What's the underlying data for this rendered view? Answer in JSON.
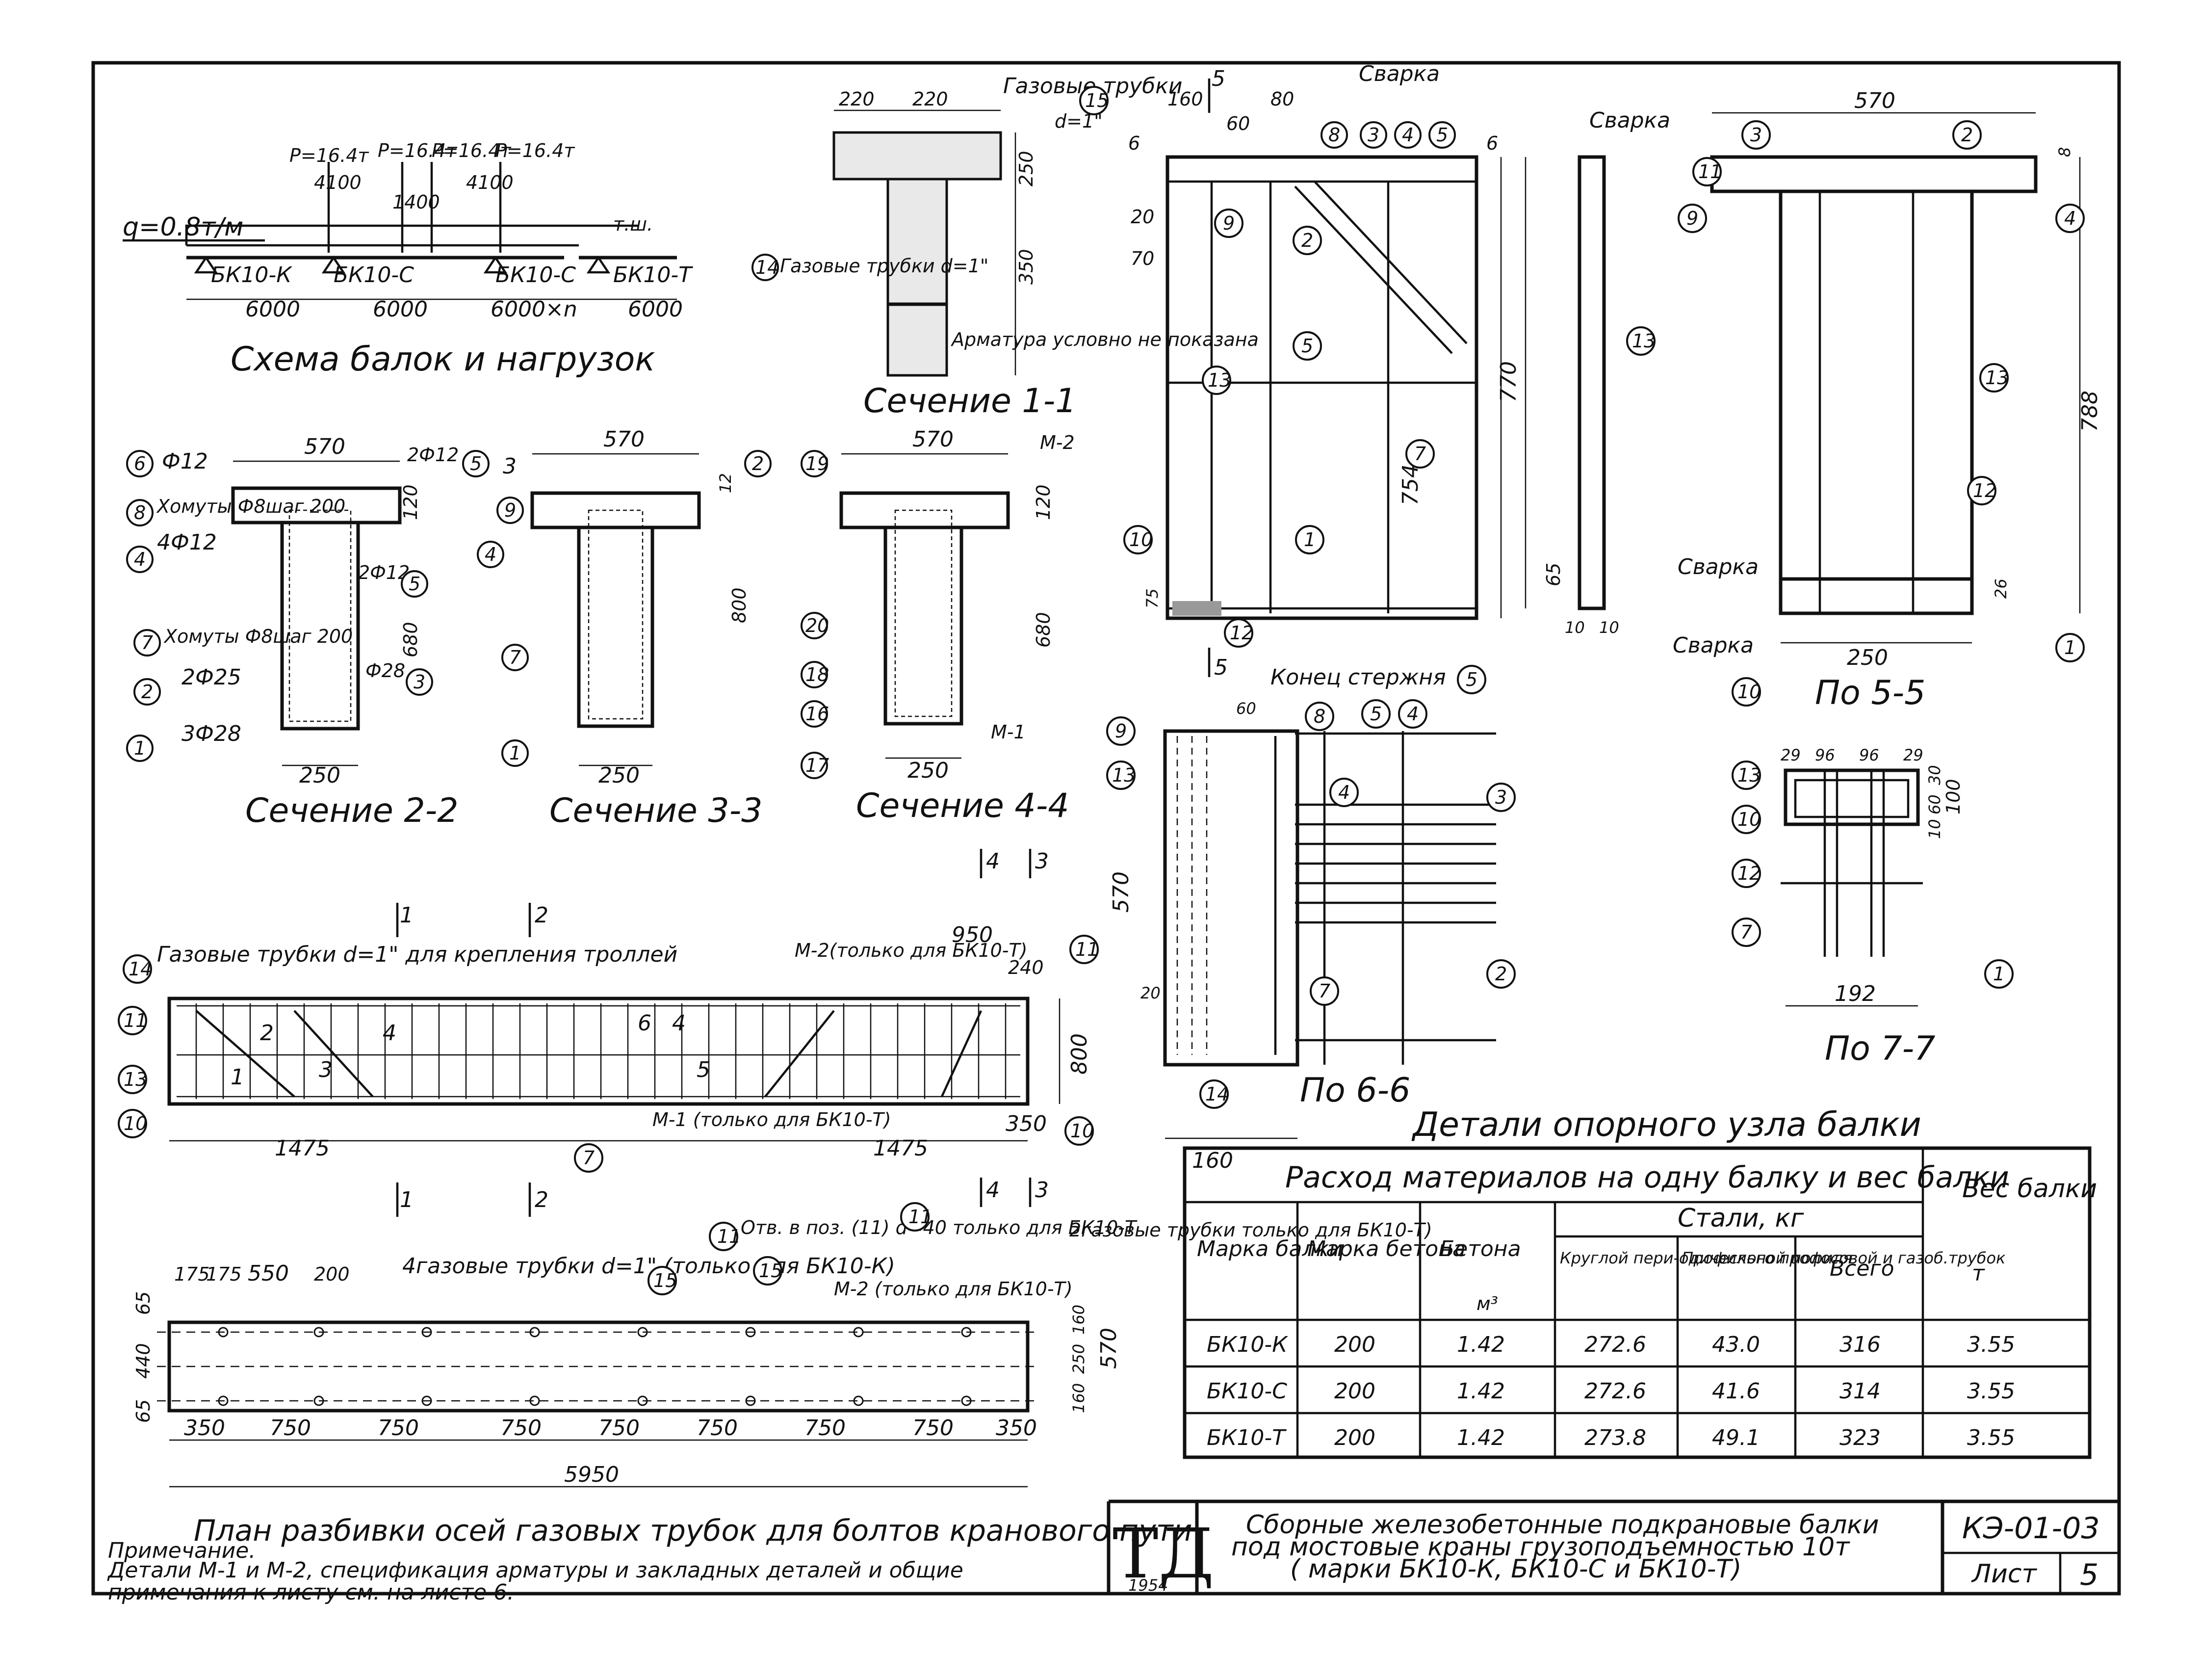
{
  "scheme": {
    "title": "Схема балок и нагрузок",
    "load_q": "q=0.8т/м",
    "loads": [
      "P=16.4т",
      "P=16.4т",
      "P=16.4т",
      "P=16.4т"
    ],
    "wheel_spacing": [
      "4100",
      "1400",
      "4100"
    ],
    "beams": [
      "БК10-К",
      "БК10-С",
      "БК10-С",
      "БК10-Т"
    ],
    "spans": [
      "6000",
      "6000",
      "6000×n",
      "6000"
    ],
    "end_label": "т.ш."
  },
  "sec11": {
    "title": "Сечение 1-1",
    "dims": [
      "220",
      "220",
      "250",
      "350"
    ],
    "note_pipes_top": "Газовые трубки",
    "note_d": "d=1\"",
    "note_pipes_left": "Газовые трубки d=1\"",
    "note_armature": "Арматура условно не показана",
    "marks": [
      "15",
      "14"
    ]
  },
  "sec22": {
    "title": "Сечение 2-2",
    "width_top": "570",
    "width_bottom": "250",
    "h": "680",
    "h_top": "120",
    "labels": [
      "Ф12",
      "Хомуты Ф8шаг 200",
      "4Ф12",
      "Хомуты Ф8шаг 200",
      "2Ф25",
      "3Ф28",
      "2Ф12",
      "2Ф12",
      "Ф28"
    ],
    "marks": [
      "6",
      "8",
      "4",
      "7",
      "2",
      "1",
      "5",
      "5",
      "3"
    ]
  },
  "sec33": {
    "title": "Сечение 3-3",
    "width_top": "570",
    "width_bottom": "250",
    "h": "800",
    "h_top": "12",
    "marks": [
      "3",
      "9",
      "4",
      "7",
      "1",
      "2"
    ]
  },
  "sec44": {
    "title": "Сечение 4-4",
    "width_top": "570",
    "width_bottom": "250",
    "h": "680",
    "h_top": "120",
    "m2": "М-2",
    "m1": "М-1",
    "marks": [
      "19",
      "20",
      "18",
      "16",
      "17"
    ]
  },
  "elevation": {
    "pipes_note": "Газовые трубки d=1\" для крепления троллей",
    "m2_note": "М-2(только для БК10-Т)",
    "m1_note": "М-1 (только для БК10-Т)",
    "dims": [
      "1475",
      "1475",
      "350",
      "950",
      "240",
      "800"
    ],
    "cuts": [
      "1",
      "2",
      "4",
      "3"
    ],
    "marks": [
      "14",
      "11",
      "13",
      "10",
      "7",
      "11",
      "10"
    ],
    "panel_nums": [
      "1",
      "2",
      "3",
      "4",
      "5",
      "6",
      "4"
    ]
  },
  "plan": {
    "title": "План разбивки осей газовых трубок для болтов кранового пути",
    "note_pipes": "4газовые трубки d=1\" (только для БК10-К)",
    "note_hole": "Отв. в поз. (11) d=40 только для БК10-Т",
    "note_m2": "М-2 (только для БК10-Т)",
    "note_2pipes": "2газовые трубки только для БК10-Т)",
    "top_dims": [
      "175",
      "175",
      "550",
      "200"
    ],
    "bottom_dims": [
      "350",
      "750",
      "750",
      "750",
      "750",
      "750",
      "750",
      "750",
      "350"
    ],
    "total": "5950",
    "side_dims": [
      "65",
      "440",
      "65"
    ],
    "right_dims": [
      "160",
      "250",
      "160",
      "570"
    ],
    "marks": [
      "15",
      "15",
      "11",
      "11"
    ]
  },
  "support": {
    "title": "Детали опорного узла балки",
    "svarka": "Сварка",
    "dims_top": [
      "160",
      "80",
      "60"
    ],
    "dims_side": [
      "6",
      "20",
      "70",
      "770",
      "754",
      "75",
      "6"
    ],
    "cut_55": "5",
    "marks": [
      "8",
      "3",
      "4",
      "5",
      "9",
      "2",
      "5",
      "13",
      "7",
      "1",
      "10",
      "12",
      "13"
    ],
    "small_dims": [
      "65",
      "10",
      "10"
    ]
  },
  "view55": {
    "title": "По 5-5",
    "svarka_top": "Сварка",
    "svarka_mid": "Сварка",
    "svarka_bot": "Сварка",
    "width": "570",
    "width_bot": "250",
    "h": "788",
    "dims": [
      "8",
      "26"
    ],
    "marks": [
      "3",
      "2",
      "11",
      "9",
      "4",
      "13",
      "12",
      "1",
      "10"
    ]
  },
  "view66": {
    "title": "По 6-6",
    "end_note": "Конец стержня",
    "dims": [
      "60",
      "570",
      "20",
      "160"
    ],
    "marks": [
      "5",
      "8",
      "5",
      "4",
      "9",
      "13",
      "4",
      "3",
      "7",
      "2",
      "14"
    ]
  },
  "view77": {
    "title": "По 7-7",
    "dims_top": [
      "29",
      "96",
      "96",
      "29"
    ],
    "dims_side": [
      "30",
      "60",
      "10",
      "100"
    ],
    "width": "192",
    "marks": [
      "13",
      "10",
      "12",
      "7",
      "1"
    ]
  },
  "table": {
    "title": "Расход материалов на одну балку и вес балки",
    "h_mark": "Марка балки",
    "h_concrete_mark": "Марка бетона",
    "h_concrete": "Бетона",
    "h_unit": "м³",
    "h_steel": "Стали, кг",
    "h_round": "Круглой пери-одического профиля",
    "h_profile": "Профильной полосовой и газоб.трубок",
    "h_total": "Всего",
    "h_weight": "Вес балки",
    "h_weight_unit": "т",
    "rows": [
      [
        "БК10-К",
        "200",
        "1.42",
        "272.6",
        "43.0",
        "316",
        "3.55"
      ],
      [
        "БК10-С",
        "200",
        "1.42",
        "272.6",
        "41.6",
        "314",
        "3.55"
      ],
      [
        "БК10-Т",
        "200",
        "1.42",
        "273.8",
        "49.1",
        "323",
        "3.55"
      ]
    ]
  },
  "note": {
    "title": "Примечание.",
    "line1": "Детали М-1 и М-2, спецификация арматуры и закладных деталей и общие",
    "line2": "примечания к листу см. на листе 6."
  },
  "titleblock": {
    "logo": "ТД",
    "year": "1954",
    "line1": "Сборные железобетонные подкрановые балки",
    "line2": "под мостовые краны грузоподъемностью 10т",
    "line3": "( марки БК10-К, БК10-С и БК10-Т)",
    "code": "КЭ-01-03",
    "sheet_label": "Лист",
    "sheet_no": "5"
  }
}
